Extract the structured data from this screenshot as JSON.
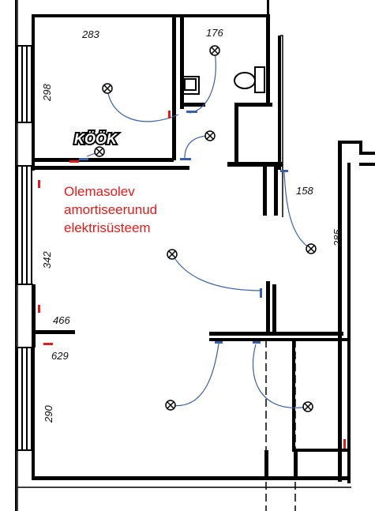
{
  "note": {
    "lines": [
      "Olemasolev",
      "amortiseerunud",
      "elektrisüsteem"
    ],
    "color": "#e01b1b"
  },
  "labels": {
    "kitchen": "KÖÖK",
    "dim_283": "283",
    "dim_176": "176",
    "dim_298": "298",
    "dim_158": "158",
    "dim_285": "285",
    "dim_342": "342",
    "dim_466": "466",
    "dim_629": "629",
    "dim_290": "290"
  },
  "colors": {
    "wall": "#000000",
    "wire": "#3a5ea8",
    "marker_red": "#e01b1b"
  },
  "icons": [
    "ceiling-light-icon",
    "sink-icon",
    "toilet-icon",
    "switch-icon"
  ]
}
